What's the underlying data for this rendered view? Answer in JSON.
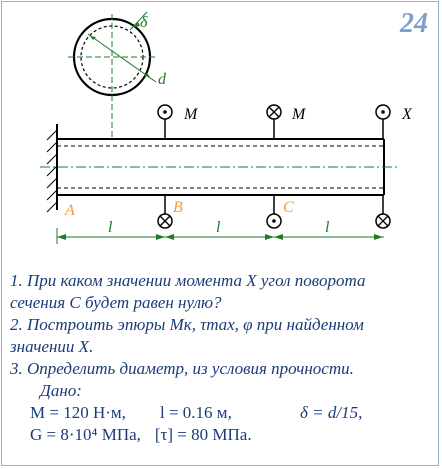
{
  "problem_number": "24",
  "figure": {
    "dim_delta": "δ",
    "dim_d": "d",
    "label_M1": "M",
    "label_M2": "M",
    "label_X": "X",
    "label_A": "A",
    "label_B": "B",
    "label_C": "C",
    "length_l": "l",
    "colors": {
      "beam": "#000000",
      "labels": "#f39a3a",
      "axis": "#1f7a2a",
      "dimensions": "#1f7a2a"
    }
  },
  "questions": [
    {
      "line1": "1.  При каком значении момента X угол поворота",
      "line2": "сечения С будет равен нулю?"
    },
    {
      "line1": "2. Построить эпюры Mк, τmax, φ при найденном",
      "line2": "значении X."
    },
    {
      "line1": "3.  Определить диаметр, из условия прочности.",
      "line2": ""
    }
  ],
  "given": {
    "title": "Дано:",
    "M": "M = 120 Н·м,",
    "l": "l = 0.16 м,",
    "delta": "δ = d/15,",
    "G": "G = 8·10⁴ МПа,",
    "tau": "[τ] = 80 МПа."
  }
}
